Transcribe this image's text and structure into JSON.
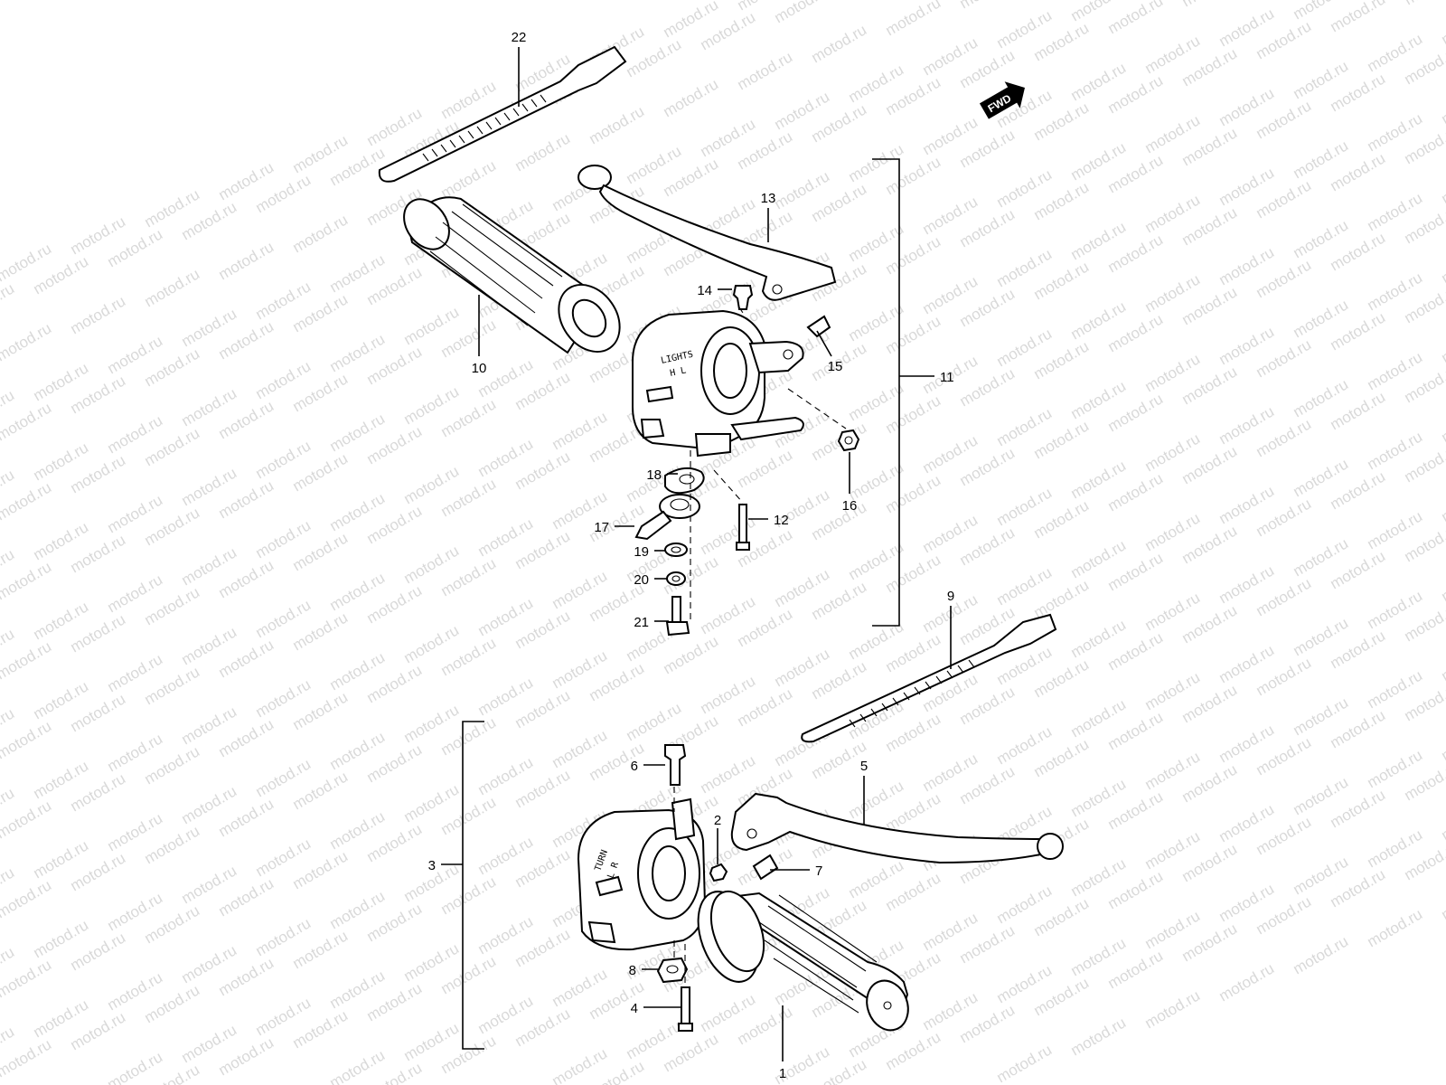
{
  "watermark": {
    "text": "motod.ru"
  },
  "fwd_badge": {
    "label": "FWD"
  },
  "switch_markings": {
    "upper": {
      "line1": "LIGHTS",
      "line2": "H L"
    },
    "lower": {
      "line1": "TURN",
      "line2": "L R"
    }
  },
  "callouts": [
    {
      "id": "1",
      "label": "1"
    },
    {
      "id": "2",
      "label": "2"
    },
    {
      "id": "3",
      "label": "3"
    },
    {
      "id": "4",
      "label": "4"
    },
    {
      "id": "5",
      "label": "5"
    },
    {
      "id": "6",
      "label": "6"
    },
    {
      "id": "7",
      "label": "7"
    },
    {
      "id": "8",
      "label": "8"
    },
    {
      "id": "9",
      "label": "9"
    },
    {
      "id": "10",
      "label": "10"
    },
    {
      "id": "11",
      "label": "11"
    },
    {
      "id": "12",
      "label": "12"
    },
    {
      "id": "13",
      "label": "13"
    },
    {
      "id": "14",
      "label": "14"
    },
    {
      "id": "15",
      "label": "15"
    },
    {
      "id": "16",
      "label": "16"
    },
    {
      "id": "17",
      "label": "17"
    },
    {
      "id": "18",
      "label": "18"
    },
    {
      "id": "19",
      "label": "19"
    },
    {
      "id": "20",
      "label": "20"
    },
    {
      "id": "21",
      "label": "21"
    },
    {
      "id": "22",
      "label": "22"
    }
  ]
}
